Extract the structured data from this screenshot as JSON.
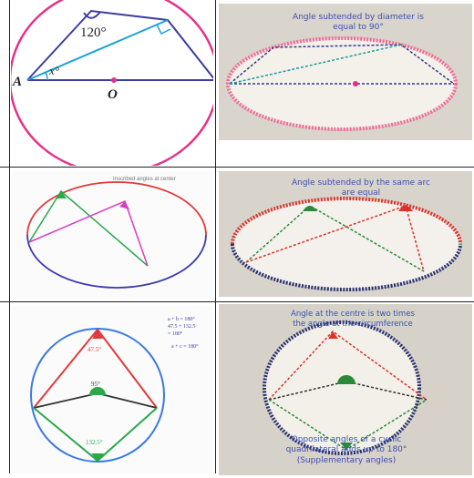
{
  "row1": {
    "diagram": {
      "angle_label": "120°",
      "x_label": "x°",
      "point_a": "A",
      "point_o": "O"
    },
    "photo_caption": "Angle subtended by diameter is equal to 90°"
  },
  "row2": {
    "diagram_caption": "Inscribed angles at center",
    "photo_caption": "Angle subtended by the same arc are equal"
  },
  "row3": {
    "diagram": {
      "top_angle": "47.5°",
      "centre_angle": "95°",
      "bottom_angle": "132.5°",
      "sum_lines": [
        "a + b = 180°",
        "47.5 + 132.5",
        "= 180°"
      ],
      "point_note": "a + c = 180°"
    },
    "photo_caption_top": "Angle at the centre is two times the angle at the circumference",
    "photo_caption_bottom": "Opposite angles of a cyclic quadrilateral adds up to 180° (Supplementary angles)"
  },
  "colors": {
    "circle_pink": "#e6308a",
    "line_blue": "#3d3ca0",
    "line_cyan": "#1aa3d6",
    "thread_red": "#d8322a",
    "thread_navy": "#27306e",
    "thread_green": "#2a8a3a",
    "caption_blue": "#3a4fb0"
  }
}
